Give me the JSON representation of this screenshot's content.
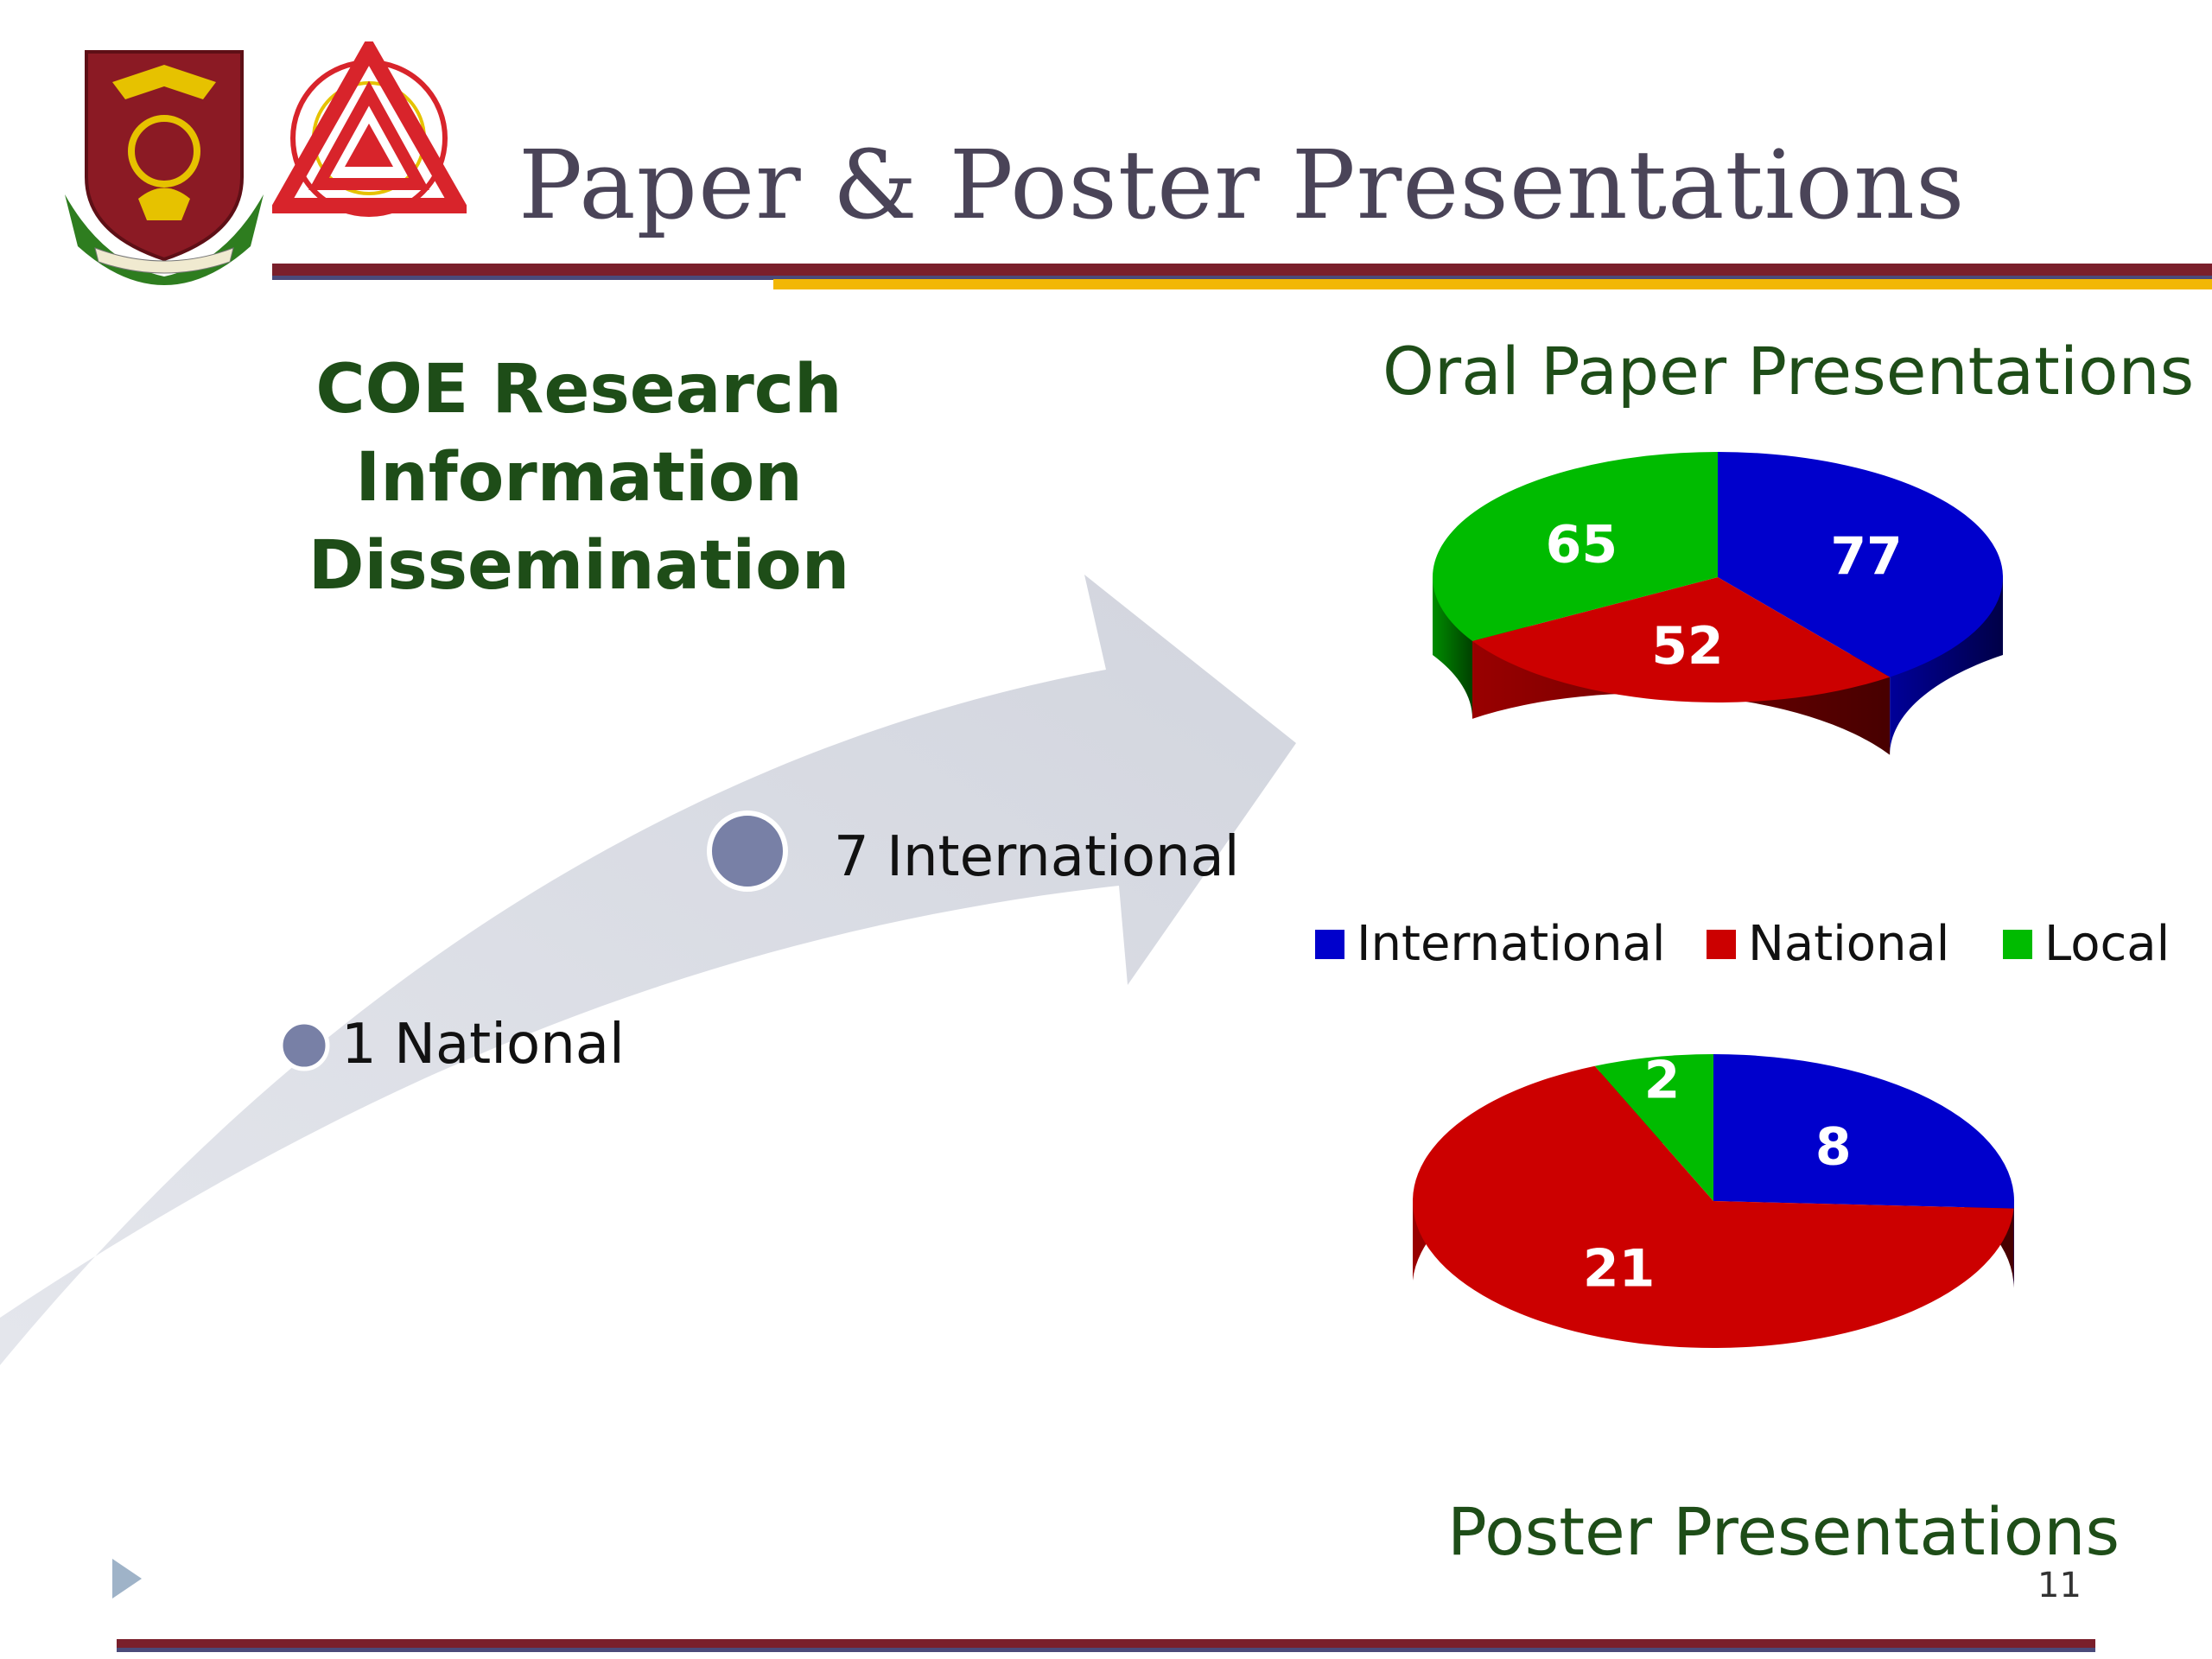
{
  "slide": {
    "title": "Paper & Poster Presentations",
    "subtitle_line1": "COE Research Information",
    "subtitle_line2": "Dissemination",
    "page_number": "11"
  },
  "arrow": {
    "items": [
      {
        "label": "7 International"
      },
      {
        "label": "1 National"
      }
    ]
  },
  "legend": {
    "items": [
      {
        "label": "International",
        "color": "#0000cc"
      },
      {
        "label": "National",
        "color": "#cc0000"
      },
      {
        "label": "Local",
        "color": "#00bb00"
      }
    ]
  },
  "chart_data": [
    {
      "type": "pie",
      "title": "Oral Paper Presentations",
      "categories": [
        "International",
        "National",
        "Local"
      ],
      "values": [
        77,
        52,
        65
      ],
      "colors": [
        "#0000cc",
        "#cc0000",
        "#00bb00"
      ],
      "legend": "between charts",
      "style": "3d"
    },
    {
      "type": "pie",
      "title": "Poster Presentations",
      "categories": [
        "International",
        "National",
        "Local"
      ],
      "values": [
        8,
        21,
        2
      ],
      "colors": [
        "#0000cc",
        "#cc0000",
        "#00bb00"
      ],
      "legend": "between charts",
      "style": "3d"
    }
  ]
}
